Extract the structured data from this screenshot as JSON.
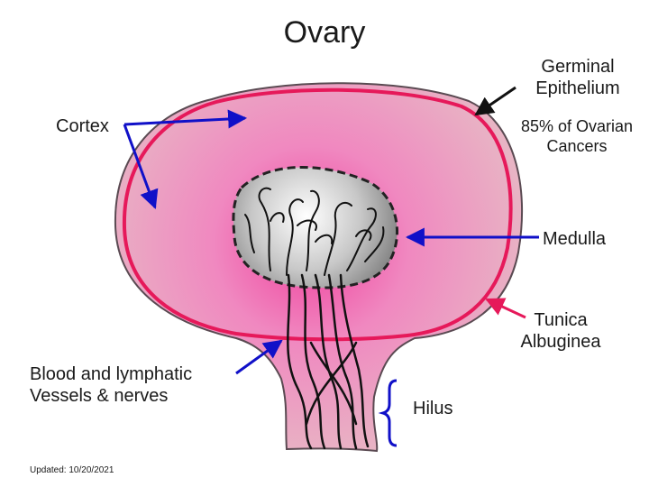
{
  "title": "Ovary",
  "labels": {
    "germinal_epithelium": [
      "Germinal",
      "Epithelium"
    ],
    "cortex": "Cortex",
    "ovarian_cancers": [
      "85% of Ovarian",
      "Cancers"
    ],
    "medulla": "Medulla",
    "tunica_albuginea": [
      "Tunica",
      "Albuginea"
    ],
    "vessels": [
      "Blood and lymphatic",
      "Vessels & nerves"
    ],
    "hilus": "Hilus"
  },
  "updated": "Updated: 10/20/2021",
  "colors": {
    "tissue_pink": "#e8b4c4",
    "cortex_center": "#ef3e9c",
    "tunica_line": "#e6195a",
    "arrow_blue": "#1010c8",
    "outline": "#5a4a52",
    "medulla_light": "#f2f2f2",
    "medulla_dark": "#7a7a7a"
  }
}
